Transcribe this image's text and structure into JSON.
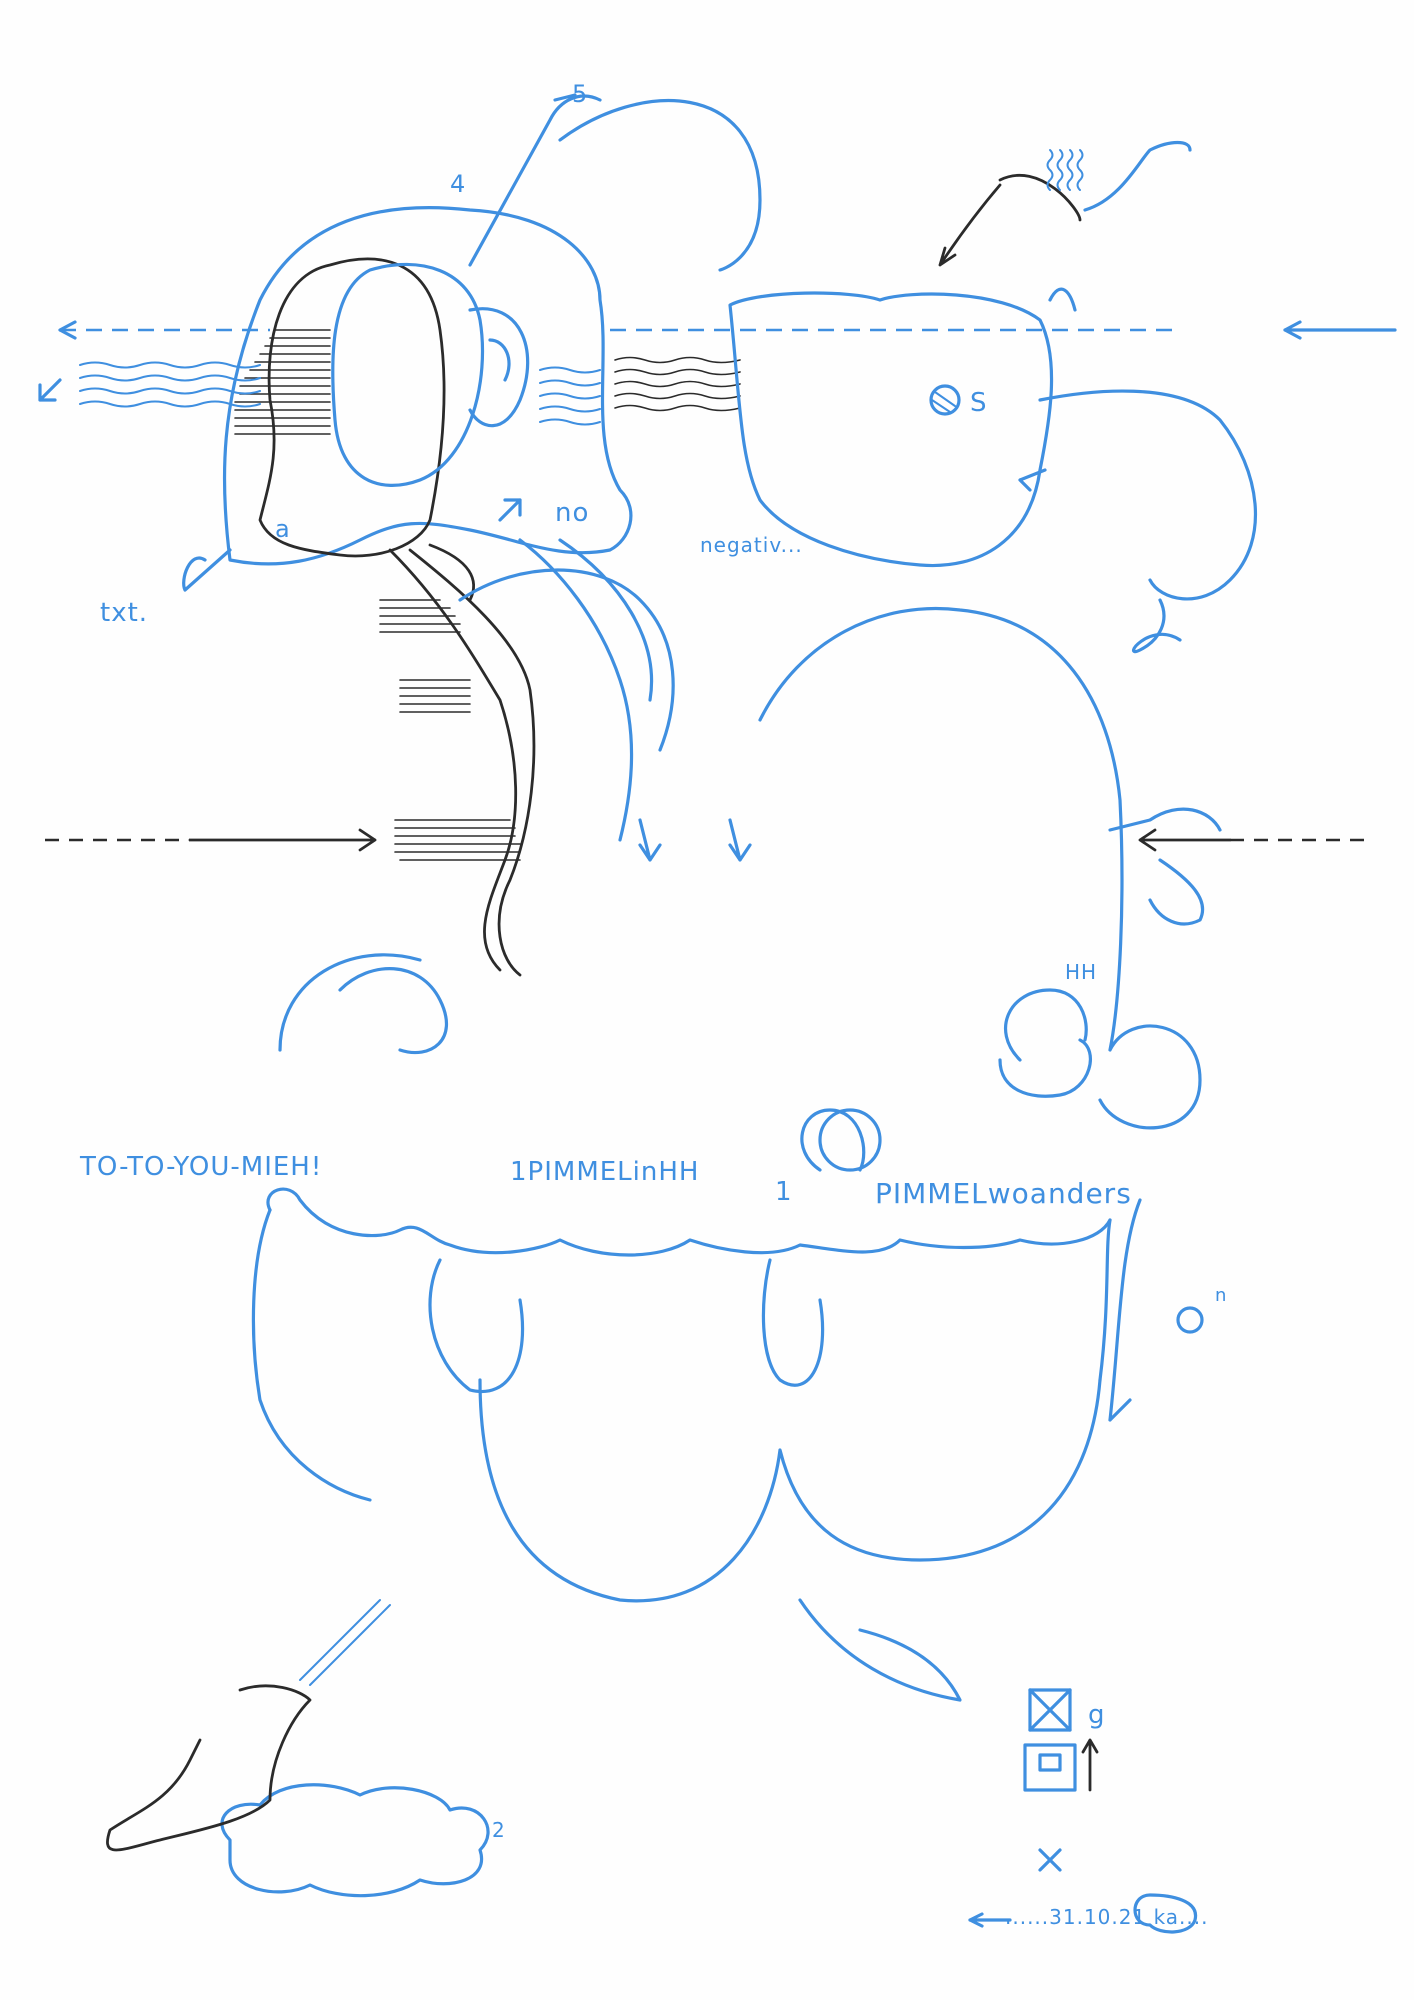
{
  "artwork": {
    "labels": {
      "num_5": "5",
      "num_4": "4",
      "letter_a": "a",
      "txt": "txt.",
      "no": "no",
      "negativ": "negativ...",
      "letter_s": "S",
      "hh_small": "HH",
      "to_to_you": "TO-TO-YOU-MIEH!",
      "pimmel_in_hh": "1PIMMELinHH",
      "num_1": "1",
      "pimmel_woanders": "PIMMELwoanders",
      "letter_n": "n",
      "letter_g": "g",
      "num_2": "2",
      "signature": "......31.10.21 ka...."
    },
    "colors": {
      "ink_blue": "#3f8fe0",
      "ink_black": "#2b2b2b",
      "paper": "#fefefe"
    }
  }
}
